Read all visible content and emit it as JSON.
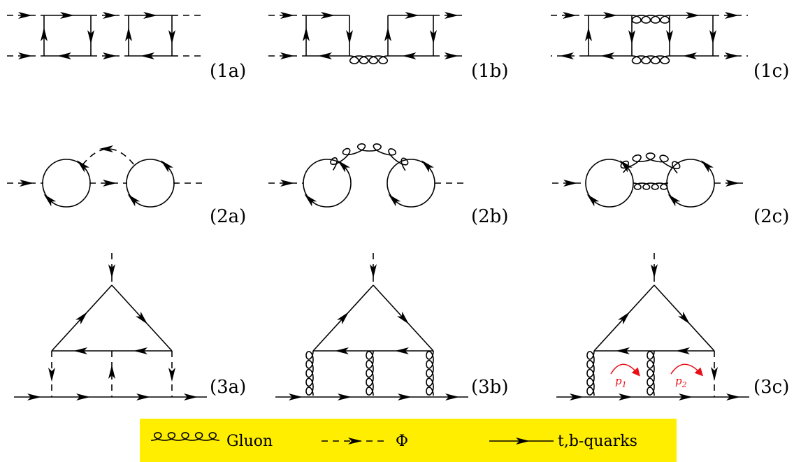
{
  "diagrams": {
    "d1a": {
      "label": "(1a)"
    },
    "d1b": {
      "label": "(1b)"
    },
    "d1c": {
      "label": "(1c)"
    },
    "d2a": {
      "label": "(2a)"
    },
    "d2b": {
      "label": "(2b)"
    },
    "d2c": {
      "label": "(2c)"
    },
    "d3a": {
      "label": "(3a)"
    },
    "d3b": {
      "label": "(3b)"
    },
    "d3c": {
      "label": "(3c)",
      "momentum_1": "p",
      "momentum_1_sub": "1",
      "momentum_2": "p",
      "momentum_2_sub": "2"
    }
  },
  "legend": {
    "gluon_label": "Gluon",
    "phi_label": "Φ",
    "quark_label": "t,b-quarks",
    "background_color": "#ffee00"
  },
  "colors": {
    "line": "#000000",
    "momentum_arrow": "#e8111a"
  }
}
